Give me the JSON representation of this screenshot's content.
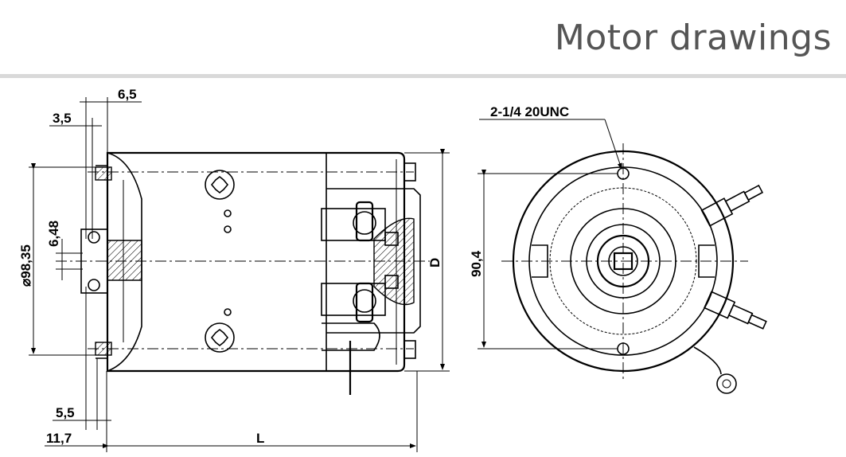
{
  "header": {
    "title": "Motor drawings"
  },
  "side_view": {
    "dims": {
      "d_6_5": "6,5",
      "d_3_5": "3,5",
      "d_6_48": "6,48",
      "d_98_35": "98,35",
      "d_5_5": "5,5",
      "d_11_7": "11,7",
      "d_L": "L",
      "d_D": "D"
    }
  },
  "end_view": {
    "thread_label": "2-1/4 20UNC",
    "d_90_4": "90,4"
  }
}
